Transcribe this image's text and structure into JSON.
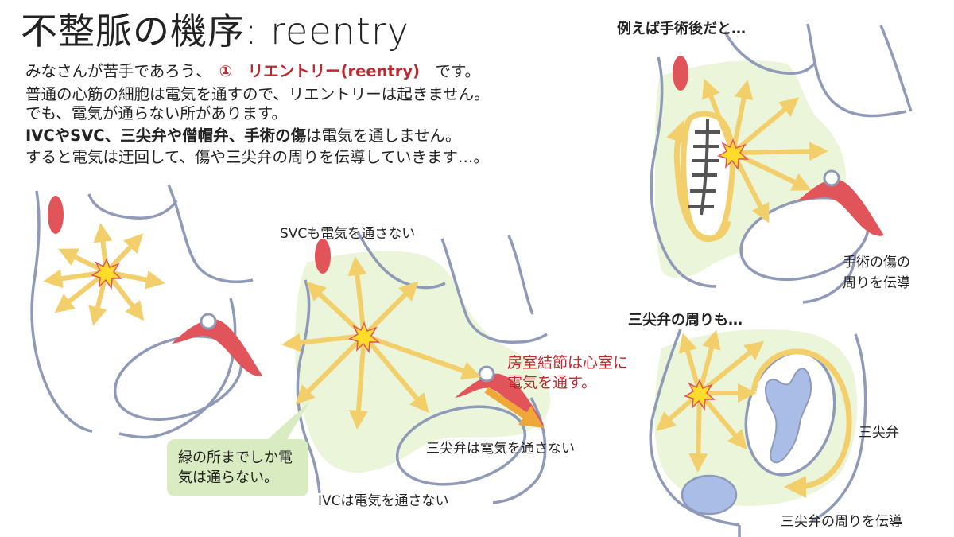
{
  "title": "不整脈の機序: reentry",
  "intro": {
    "line1_pre": "みなさんが苦手であろう、　",
    "line1_highlight": "①　リエントリー(reentry)",
    "line1_post": "　です。",
    "line2": "普通の心筋の細胞は電気を通すので、リエントリーは起きません。",
    "line3": "でも、電気が通らない所があります。",
    "line4_bold": "IVCやSVC、三尖弁や僧帽弁、手術の傷",
    "line4_rest": "は電気を通しません。",
    "line5": "すると電気は迂回して、傷や三尖弁の周りを伝導していきます…。"
  },
  "labels": {
    "svc": "SVCも電気を通さない",
    "av_node": "房室結節は心室に電気を通す。",
    "tv_block": "三尖弁は電気を通さない",
    "ivc": "IVCは電気を通さない",
    "green_note": "緑の所までしか電気は通らない。",
    "surgery_heading": "例えば手術後だと…",
    "surgery_caption_1": "手術の傷の",
    "surgery_caption_2": "周りを伝導",
    "tv_heading": "三尖弁の周りも…",
    "tv_label": "三尖弁",
    "tv_caption": "三尖弁の周りを伝導"
  },
  "colors": {
    "outline": "#8f9ab8",
    "arrow": "#f2cf6a",
    "green_fill": "#ebf5d9",
    "red_accent": "#e0545a",
    "red_text": "#c0282f",
    "orange_arrow": "#f0a73a",
    "valve_blue": "#a9bde6",
    "spark": "#ffdb2a"
  }
}
